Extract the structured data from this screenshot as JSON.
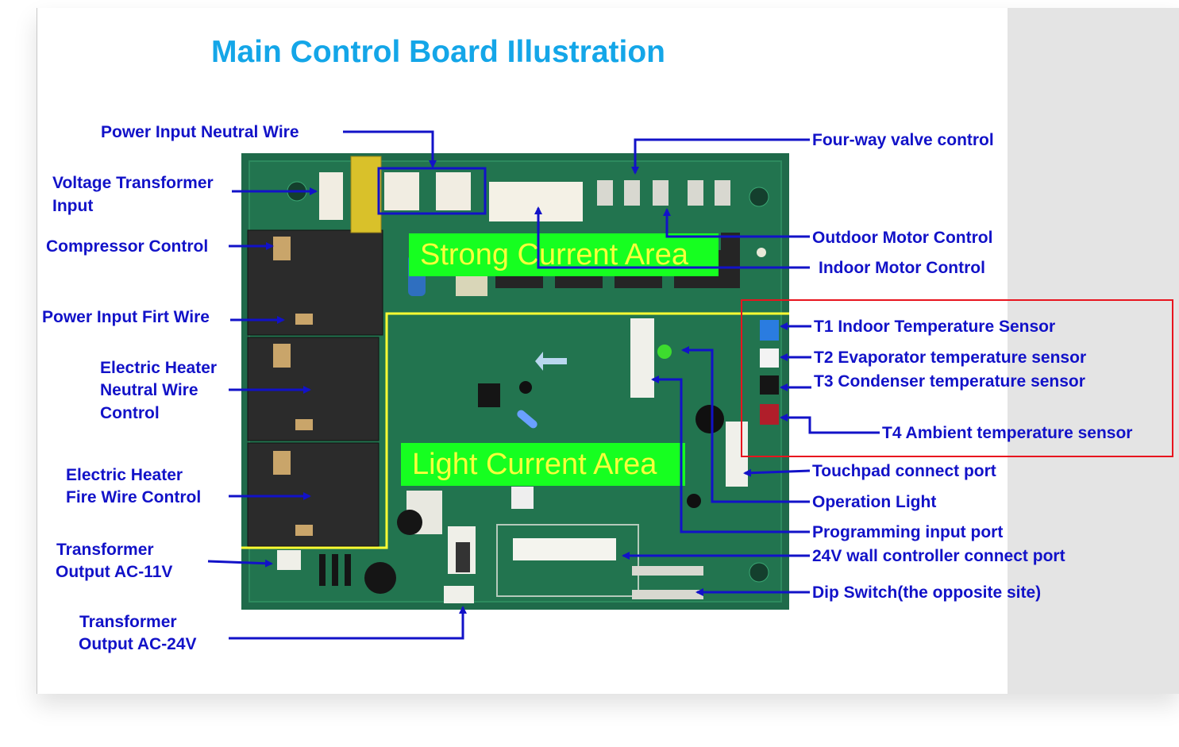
{
  "title": "Main Control Board Illustration",
  "areas": {
    "strong": "Strong Current Area",
    "light": "Light Current Area"
  },
  "labels_left": {
    "power_neutral": "Power Input Neutral Wire",
    "transformer_input_1": "Voltage Transformer",
    "transformer_input_2": "Input",
    "compressor": "Compressor Control",
    "power_fire": "Power Input Firt Wire",
    "heater_neutral_1": "Electric Heater",
    "heater_neutral_2": "Neutral Wire",
    "heater_neutral_3": "Control",
    "heater_fire_1": "Electric Heater",
    "heater_fire_2": "Fire Wire  Control",
    "out11_1": "Transformer",
    "out11_2": "Output AC-11V",
    "out24_1": "Transformer",
    "out24_2": "Output AC-24V"
  },
  "labels_right": {
    "four_way": "Four-way valve control",
    "outdoor_motor": "Outdoor Motor Control",
    "indoor_motor": "Indoor Motor Control",
    "t1": "T1 Indoor Temperature Sensor",
    "t2": "T2 Evaporator temperature sensor",
    "t3": "T3 Condenser temperature sensor",
    "t4": "T4 Ambient temperature sensor",
    "touchpad": "Touchpad connect port",
    "operation_light": "Operation Light",
    "programming": "Programming input port",
    "wall_controller": "24V wall controller connect port",
    "dip_switch": "Dip Switch(the opposite site)"
  },
  "colors": {
    "title": "#14a6e8",
    "label": "#1212c8",
    "board": "#1f6a4a",
    "area_fill": "#16ff20",
    "area_text": "#f6ff3a",
    "light_area_border": "#ffff33",
    "sensor_box": "#e8141e"
  }
}
